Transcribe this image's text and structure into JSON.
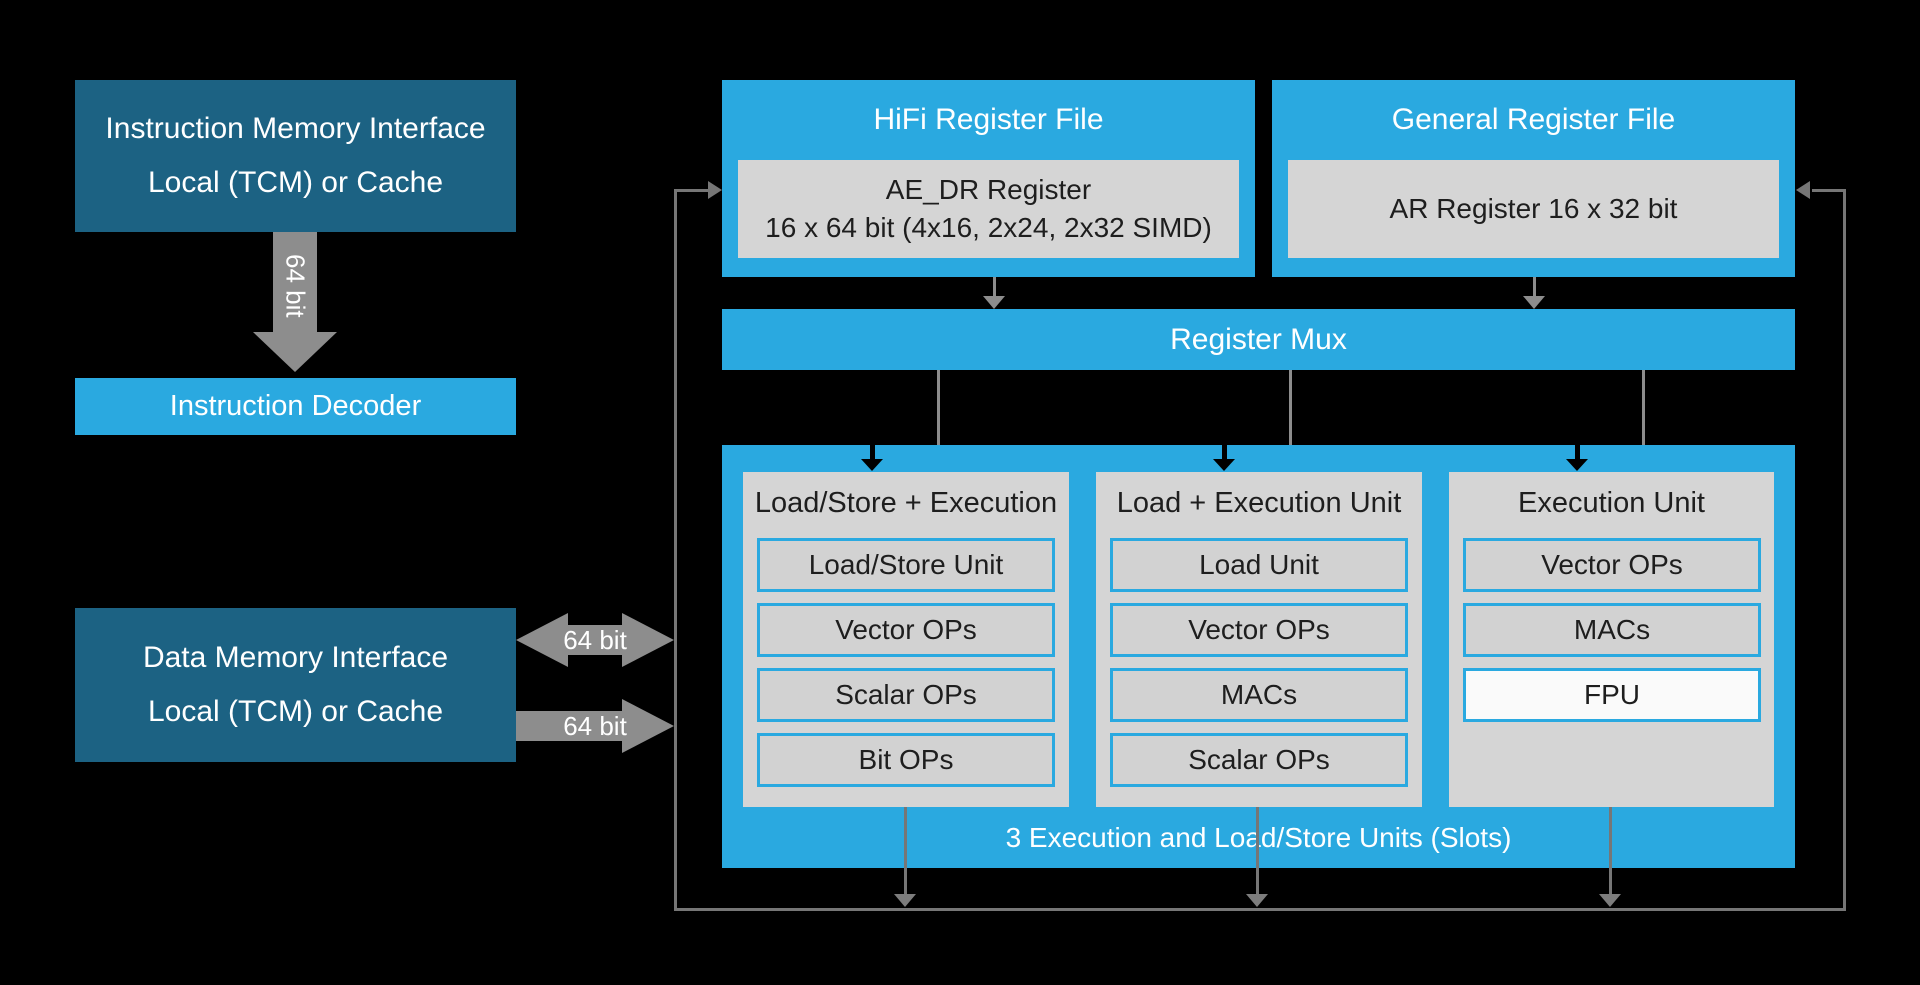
{
  "colors": {
    "background": "#000000",
    "dark_teal": "#1c6283",
    "light_blue": "#2aa9e0",
    "panel_gray": "#d5d5d5",
    "arrow_gray": "#8d8d8d",
    "loop_line_gray": "#767676",
    "fpu_highlight": "#fafafa"
  },
  "instruction_memory": {
    "line1": "Instruction Memory Interface",
    "line2": "Local (TCM) or Cache"
  },
  "instruction_arrow_label": "64 bit",
  "instruction_decoder": "Instruction Decoder",
  "data_memory": {
    "line1": "Data Memory Interface",
    "line2": "Local (TCM) or Cache"
  },
  "data_arrows": {
    "bidirectional_label": "64 bit",
    "store_label": "64 bit"
  },
  "hifi_register_file": {
    "title": "HiFi Register File",
    "register_line1": "AE_DR Register",
    "register_line2": "16 x 64 bit (4x16, 2x24, 2x32 SIMD)"
  },
  "general_register_file": {
    "title": "General Register File",
    "register": "AR Register 16 x 32 bit"
  },
  "register_mux": "Register Mux",
  "execution_units": [
    {
      "title": "Load/Store + Execution",
      "ops": [
        "Load/Store Unit",
        "Vector OPs",
        "Scalar OPs",
        "Bit OPs"
      ]
    },
    {
      "title": "Load + Execution Unit",
      "ops": [
        "Load Unit",
        "Vector OPs",
        "MACs",
        "Scalar OPs"
      ]
    },
    {
      "title": "Execution Unit",
      "ops": [
        "Vector OPs",
        "MACs",
        "FPU"
      ]
    }
  ],
  "slots_label": "3 Execution and Load/Store Units (Slots)"
}
